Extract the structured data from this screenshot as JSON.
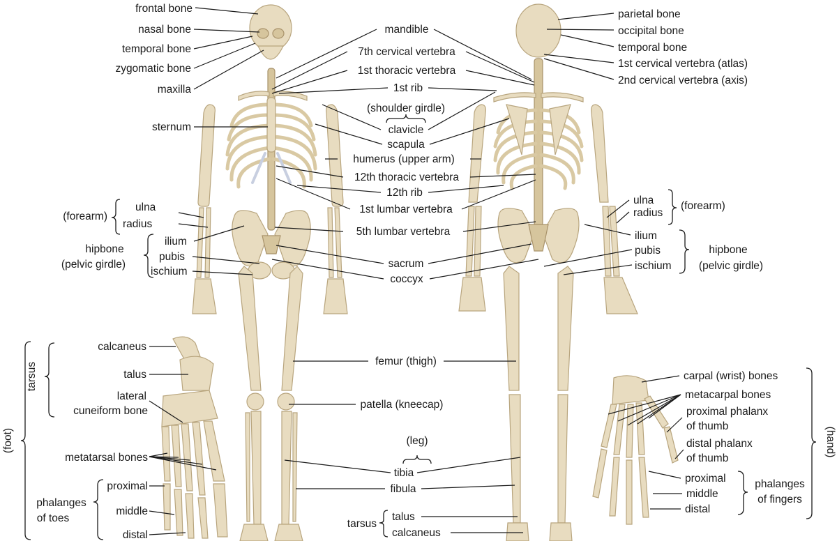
{
  "labels": {
    "frontal_bone": "frontal bone",
    "nasal_bone": "nasal bone",
    "temporal_bone_front": "temporal bone",
    "zygomatic_bone": "zygomatic bone",
    "maxilla": "maxilla",
    "sternum": "sternum",
    "forearm_left": "(forearm)",
    "ulna_left": "ulna",
    "radius_left": "radius",
    "hipbone_left_1": "hipbone",
    "hipbone_left_2": "(pelvic girdle)",
    "ilium_left": "ilium",
    "pubis_left": "pubis",
    "ischium_left": "ischium",
    "mandible": "mandible",
    "c7": "7th cervical vertebra",
    "t1": "1st thoracic vertebra",
    "rib1": "1st rib",
    "shoulder_girdle": "(shoulder girdle)",
    "clavicle": "clavicle",
    "scapula": "scapula",
    "humerus": "humerus (upper arm)",
    "t12": "12th thoracic vertebra",
    "rib12": "12th rib",
    "l1": "1st lumbar vertebra",
    "l5": "5th lumbar vertebra",
    "sacrum": "sacrum",
    "coccyx": "coccyx",
    "femur": "femur (thigh)",
    "patella": "patella (kneecap)",
    "leg": "(leg)",
    "tibia": "tibia",
    "fibula": "fibula",
    "tarsus_bottom": "tarsus",
    "talus_bottom": "talus",
    "calcaneus_bottom": "calcaneus",
    "parietal_bone": "parietal bone",
    "occipital_bone": "occipital bone",
    "temporal_bone_back": "temporal bone",
    "atlas": "1st cervical vertebra (atlas)",
    "axis": "2nd cervical vertebra (axis)",
    "ulna_right": "ulna",
    "radius_right": "radius",
    "forearm_right": "(forearm)",
    "ilium_right": "ilium",
    "pubis_right": "pubis",
    "ischium_right": "ischium",
    "hipbone_right_1": "hipbone",
    "hipbone_right_2": "(pelvic girdle)",
    "carpal": "carpal (wrist) bones",
    "metacarpal": "metacarpal bones",
    "prox_thumb_1": "proximal phalanx",
    "prox_thumb_2": "of thumb",
    "dist_thumb_1": "distal phalanx",
    "dist_thumb_2": "of thumb",
    "hand_proximal": "proximal",
    "hand_middle": "middle",
    "hand_distal": "distal",
    "phal_fingers_1": "phalanges",
    "phal_fingers_2": "of fingers",
    "hand": "(hand)",
    "foot": "(foot)",
    "tarsus_foot": "tarsus",
    "calcaneus_foot": "calcaneus",
    "talus_foot": "talus",
    "lat_cun_1": "lateral",
    "lat_cun_2": "cuneiform bone",
    "metatarsal": "metatarsal bones",
    "toe_proximal": "proximal",
    "toe_middle": "middle",
    "toe_distal": "distal",
    "phal_toes_1": "phalanges",
    "phal_toes_2": "of toes"
  },
  "colors": {
    "bone": "#e8dcc0",
    "bone_outline": "#b8a57e",
    "cartilage": "#c8cfe0",
    "text": "#1a1a1a"
  }
}
